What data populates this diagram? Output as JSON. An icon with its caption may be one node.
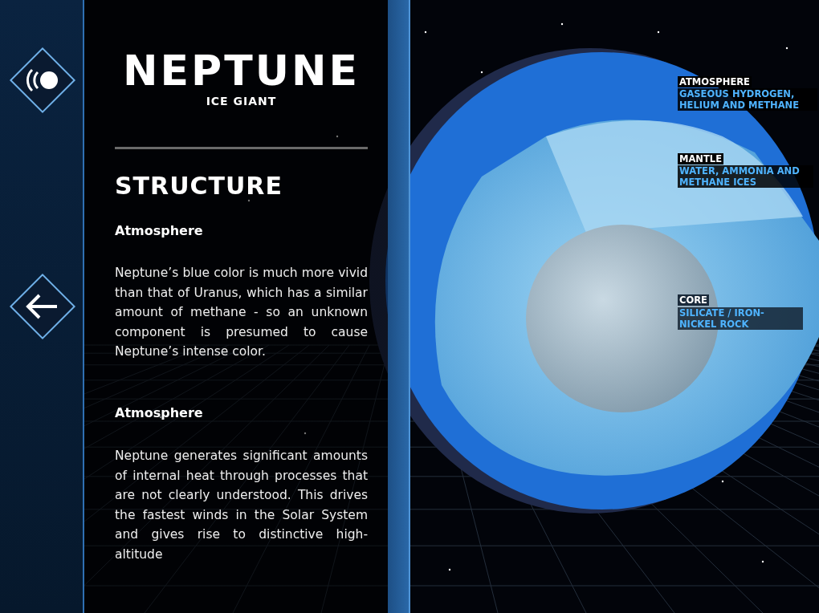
{
  "diagram": {
    "title": "NEPTUNE",
    "labels": [
      "ICE GIANT",
      "STRUCTURE",
      "Atmosphere",
      "Neptune’s blue color is much more vivid than that of Uranus, which has a similar amount of methane - so an unknown component is presumed to cause Neptune’s intense color.",
      "Atmosphere",
      "Neptune generates significant amounts of internal heat through processes that are not clearly understood. This drives the fastest winds in the Solar System and gives rise to distinctive high-altitude",
      "ATMOSPHERE",
      "GASEOUS HYDROGEN, HELIUM AND METHANE",
      "MANTLE",
      "WATER, AMMONIA AND METHANE ICES",
      "CORE",
      "SILICATE / IRON-NICKEL ROCK"
    ]
  }
}
